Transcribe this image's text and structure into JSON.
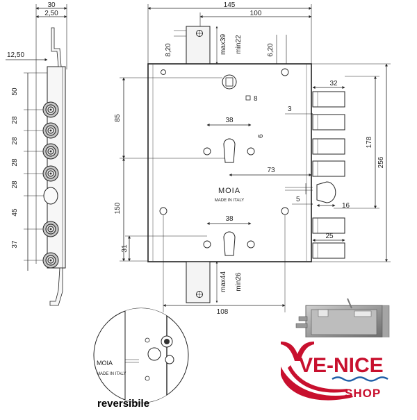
{
  "side_view": {
    "top_dims": [
      "30",
      "2,50"
    ],
    "offset_dim": "12,50",
    "vertical_dims": [
      "50",
      "28",
      "28",
      "28",
      "28",
      "45",
      "37"
    ]
  },
  "front_view": {
    "width_dims": [
      "145",
      "100"
    ],
    "top_keeper": {
      "hole_dim": "8,20",
      "max_dim": "max39",
      "min_dim": "min22",
      "screw_dim": "6,20"
    },
    "left_dims": [
      "85",
      "150",
      "31"
    ],
    "inner_dims": {
      "spindle": "8",
      "cyl_top_width": "38",
      "cyl_top_hole": "6",
      "backset": "73",
      "cyl_bottom_width": "38"
    },
    "brand": "MOIA",
    "made_in": "MADE IN ITALY",
    "bottom_keeper": {
      "max_dim": "max44",
      "min_dim": "min26"
    },
    "bottom_dim": "108"
  },
  "right_dims": {
    "bolt_width": "32",
    "bolt_gap": "3",
    "bolt_span": "178",
    "total_height": "256",
    "latch_dim": "5",
    "latch_width": "16",
    "bottom_bolt": "25"
  },
  "inset": {
    "brand": "MOIA",
    "plate_text": "MADE IN ITALY"
  },
  "caption": "reversibile",
  "logo": {
    "line1": "VE-NICE",
    "line2": "SHOP",
    "brand_color": "#c8102e",
    "accent_color": "#1f5fa8"
  }
}
